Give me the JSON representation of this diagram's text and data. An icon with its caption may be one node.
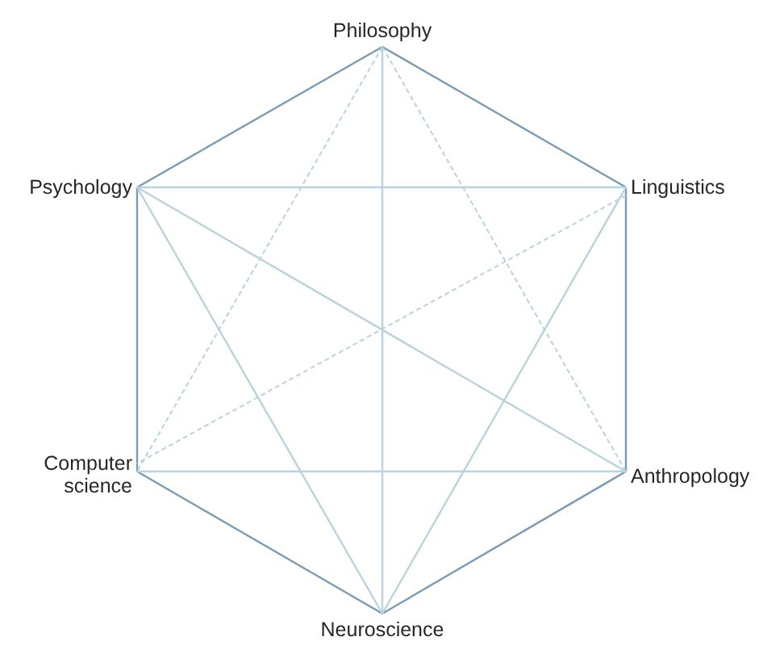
{
  "diagram": {
    "nodes": [
      {
        "text": [
          "Philosophy"
        ]
      },
      {
        "text": [
          "Psychology"
        ]
      },
      {
        "text": [
          "Linguistics"
        ]
      },
      {
        "text": [
          "Computer science"
        ]
      },
      {
        "text": [
          "Anthropology"
        ]
      },
      {
        "text": [
          "Neuroscience"
        ]
      }
    ],
    "edges": [
      {
        "from": 0,
        "to": 1,
        "arrow": "none",
        "color": "#7b9bb4"
      },
      {
        "from": 0,
        "to": 2,
        "arrow": "none",
        "color": "#7b9bb4"
      },
      {
        "from": 1,
        "to": 3,
        "arrow": "none",
        "color": "#7b9bb4"
      },
      {
        "from": 2,
        "to": 4,
        "arrow": "none",
        "color": "#7b9bb4"
      },
      {
        "from": 3,
        "to": 5,
        "arrow": "none",
        "color": "#7b9bb4"
      },
      {
        "from": 4,
        "to": 5,
        "arrow": "none",
        "color": "#7b9bb4"
      },
      {
        "from": 0,
        "to": 5,
        "arrow": "none"
      },
      {
        "from": 1,
        "to": 2,
        "arrow": "none"
      },
      {
        "from": 3,
        "to": 4,
        "arrow": "none"
      },
      {
        "from": 1,
        "to": 4,
        "arrow": "none"
      },
      {
        "from": 1,
        "to": 5,
        "arrow": "none"
      },
      {
        "from": 2,
        "to": 5,
        "arrow": "none"
      },
      {
        "from": 2,
        "to": 3,
        "arrow": "none",
        "style": "dashed"
      },
      {
        "from": 0,
        "to": 3,
        "arrow": "none",
        "style": "dashed"
      },
      {
        "from": 0,
        "to": 4,
        "arrow": "none",
        "style": "dashed"
      }
    ]
  }
}
